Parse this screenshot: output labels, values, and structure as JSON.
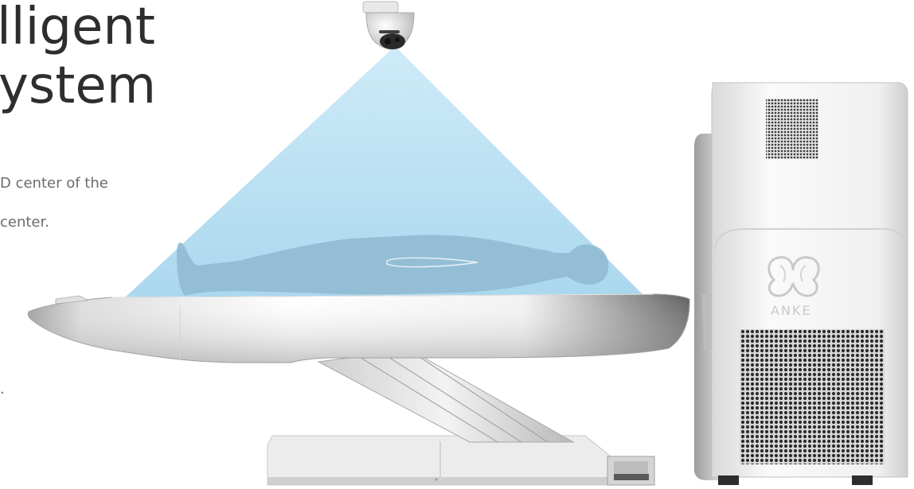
{
  "heading": {
    "line1": "lligent",
    "line2": "ystem"
  },
  "body": {
    "line1": "D center of the",
    "line2": "center.",
    "line3": "."
  },
  "device": {
    "brand_text": "ANKE"
  },
  "colors": {
    "scan_cone": "#b3dff3",
    "patient_silhouette": "#8fb9d2",
    "device_white": "#f3f3f3",
    "device_shadow": "#bdbdbd",
    "heading_text": "#2e2e2e",
    "body_text": "#6b6b6b"
  }
}
